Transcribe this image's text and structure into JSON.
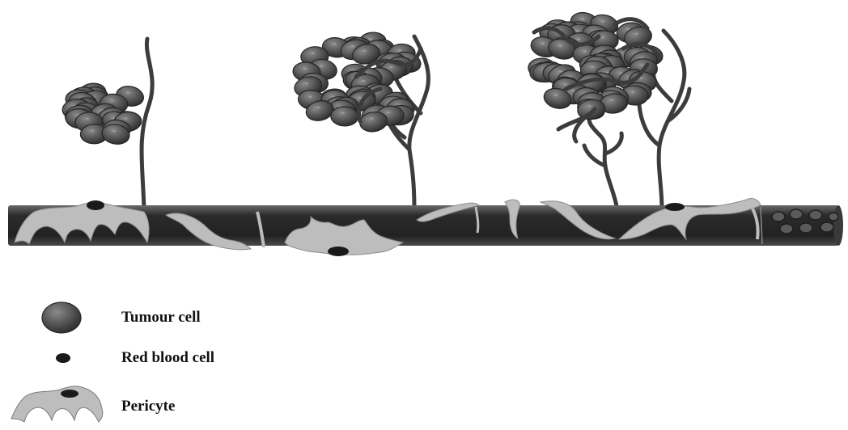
{
  "colors": {
    "vessel": "#2f2f2f",
    "vessel_highlight": "#7a7a7a",
    "tumour_cell": "#555555",
    "tumour_cell_shade": "#3a3a3a",
    "red_blood_cell": "#1a1a1a",
    "pericyte": "#bdbdbd",
    "sprout": "#3c3c3c",
    "text": "#111111",
    "background": "#ffffff"
  },
  "legend": {
    "tumour_cell": "Tumour cell",
    "red_blood_cell": "Red blood cell",
    "pericyte": "Pericyte"
  }
}
